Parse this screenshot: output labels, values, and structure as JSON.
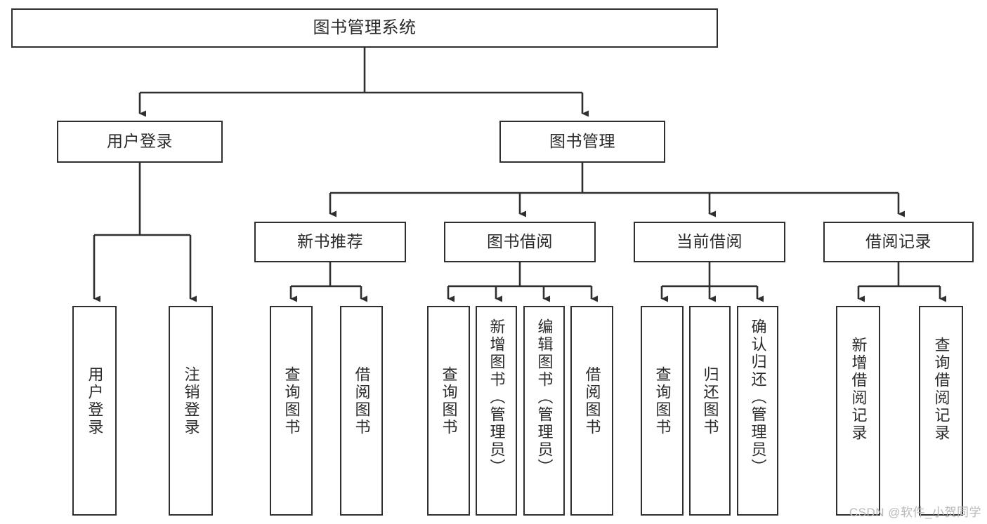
{
  "diagram": {
    "title": "图书管理系统",
    "type": "tree-hierarchy-chart",
    "root": {
      "id": "root",
      "label": "图书管理系统"
    },
    "level2": [
      {
        "id": "user-login",
        "label": "用户登录"
      },
      {
        "id": "book-manage",
        "label": "图书管理"
      }
    ],
    "level3": [
      {
        "id": "new-book-recommend",
        "label": "新书推荐"
      },
      {
        "id": "book-borrow",
        "label": "图书借阅"
      },
      {
        "id": "current-borrow",
        "label": "当前借阅"
      },
      {
        "id": "borrow-record",
        "label": "借阅记录"
      }
    ],
    "leaves": {
      "user_login": [
        {
          "id": "leaf-user-login",
          "label": "用户登录"
        },
        {
          "id": "leaf-logout",
          "label": "注销登录"
        }
      ],
      "new_book_recommend": [
        {
          "id": "leaf-query-book-1",
          "label": "查询图书"
        },
        {
          "id": "leaf-borrow-book-1",
          "label": "借阅图书"
        }
      ],
      "book_borrow": [
        {
          "id": "leaf-query-book-2",
          "label": "查询图书"
        },
        {
          "id": "leaf-add-book",
          "label": "新增图书（管理员）"
        },
        {
          "id": "leaf-edit-book",
          "label": "编辑图书（管理员）"
        },
        {
          "id": "leaf-borrow-book-2",
          "label": "借阅图书"
        }
      ],
      "current_borrow": [
        {
          "id": "leaf-query-book-3",
          "label": "查询图书"
        },
        {
          "id": "leaf-return-book",
          "label": "归还图书"
        },
        {
          "id": "leaf-confirm-return",
          "label": "确认归还（管理员）"
        }
      ],
      "borrow_record": [
        {
          "id": "leaf-add-record",
          "label": "新增借阅记录"
        },
        {
          "id": "leaf-query-record",
          "label": "查询借阅记录"
        }
      ]
    }
  },
  "watermark": {
    "text": "CSDN @软件_小贺同学"
  },
  "colors": {
    "stroke": "#2f2f2f",
    "text": "#2b2b2b",
    "background": "#ffffff",
    "watermark": "#b9b9b9"
  }
}
